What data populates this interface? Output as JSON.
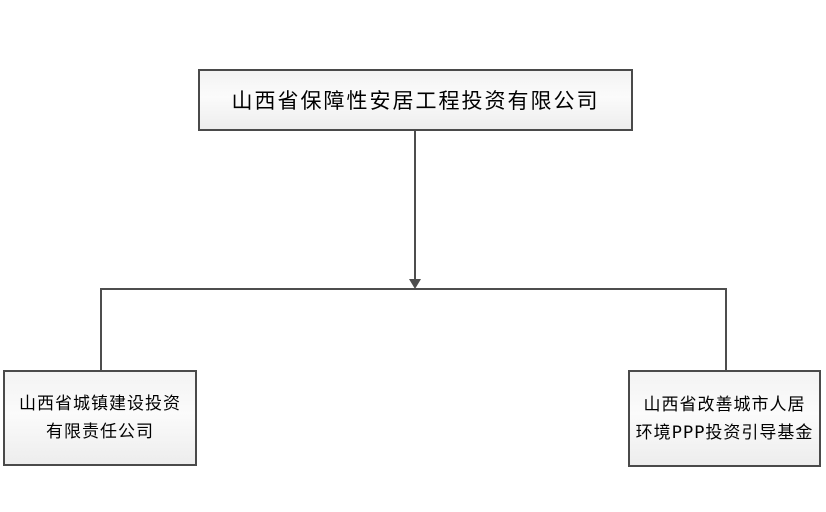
{
  "diagram": {
    "type": "org-chart",
    "root": {
      "label": "山西省保障性安居工程投资有限公司"
    },
    "children": [
      {
        "line1": "山西省城镇建设投资",
        "line2": "有限责任公司",
        "full_label": "山西省城镇建设投资有限责任公司"
      },
      {
        "line1": "山西省改善城市人居",
        "line2": "环境PPP投资引导基金",
        "full_label": "山西省改善城市人居环境PPP投资引导基金"
      }
    ]
  },
  "colors": {
    "background": "#ffffff",
    "box_border": "#4a4a4a",
    "box_fill_top": "#f3f3f3",
    "box_fill_bottom": "#ededed",
    "connector_line": "#4d4d4d",
    "text": "#000000"
  }
}
